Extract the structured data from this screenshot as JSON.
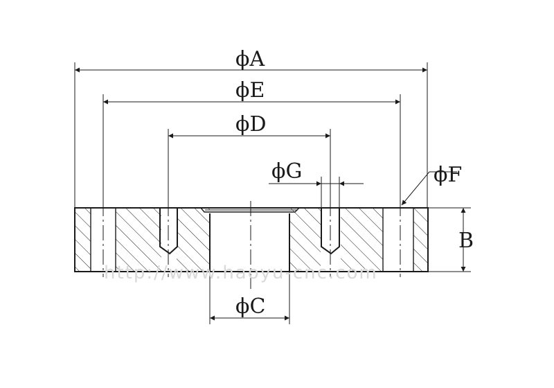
{
  "drawing": {
    "labels": {
      "dia_a": "ϕA",
      "dia_e": "ϕE",
      "dia_d": "ϕD",
      "dia_g": "ϕG",
      "dia_f": "ϕF",
      "dia_c": "ϕC",
      "height_b": "B"
    },
    "watermark": "http://www.haoyu-cnc.com"
  },
  "colors": {
    "ink": "#1a1a1a",
    "watermark": "#d9d9d9",
    "background": "#ffffff"
  }
}
